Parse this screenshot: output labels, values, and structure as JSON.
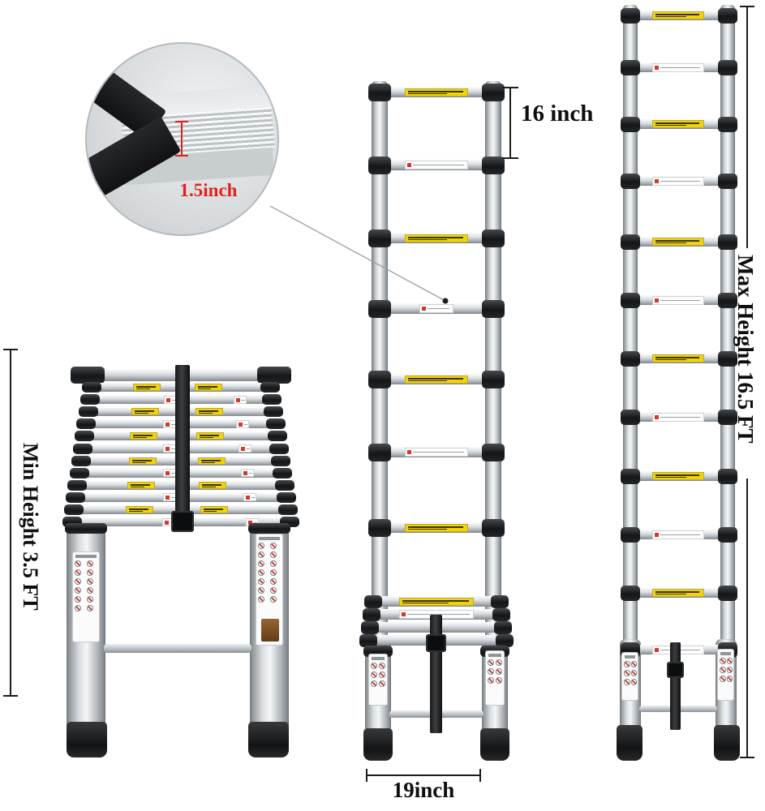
{
  "annotations": {
    "step_thickness": "1.5inch",
    "rung_spacing": "16 inch",
    "max_height": "Max Height 16.5 FT",
    "min_height": "Min Height 3.5 FT",
    "base_width": "19inch"
  },
  "colors": {
    "annotation_red": "#e32119",
    "dimension_line": "#1c1c1c",
    "label_yellow": "#f2d406",
    "metal_silver": "#d9dde0",
    "frame_black": "#141618",
    "background": "#ffffff"
  }
}
